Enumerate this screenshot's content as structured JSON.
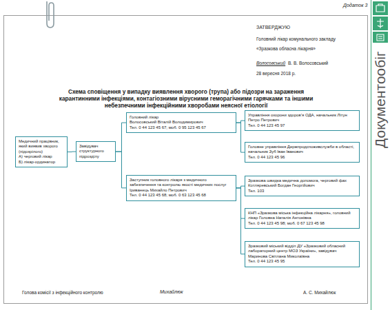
{
  "diagram": {
    "title": "Схема сповіщення у випадку виявлення хворого (трупа) або підозри на зараження карантинними інфекціями, контагіозними вірусними геморагічними гарячками та іншими небезпечними інфекційними хворобами неясної етіології",
    "nodes": [
      {
        "text": [
          "Медичний працівник, який виявив хворого (підозрілого)",
          "А) черговий лікар",
          "Б) лікар-ординатор"
        ]
      },
      {
        "text": [
          "Завідувач структурного підрозділу"
        ]
      },
      {
        "text": [
          "Головний лікар",
          "Волосовський Віталій Володимирович",
          "Тел. 0 44 123 45 67; моб. 0 95 123 45 67"
        ]
      },
      {
        "text": [
          "Заступник головного лікаря з медичного забезпечення та контролю якості медичних послуг",
          "Іриванець Михайло Петрович",
          "Тел. 0 44 123 45 68; моб. 0 63 123 45 68"
        ]
      },
      {
        "text": [
          "Управління охорони здоров’я ОДА, начальник Літун Петро Петрович",
          "Тел. 0 44 123 45 97"
        ]
      },
      {
        "text": [
          "Головне управління Держпродспоживслужби в області, начальник Зуб Іван Іванович",
          "Тел. 0 44 123 45 96"
        ]
      },
      {
        "text": [
          "Зразкова швидка медична допомога, черговий фах",
          "Котляревський Богдан Георгійович",
          "Тел. 103"
        ]
      },
      {
        "text": [
          "КНП «Зразкова міська інфекційна лікарня», головний лікар Головна Наталія Антонівна",
          "Тел. 0 44 123 45 98; моб. 0 67 123 45 98"
        ]
      },
      {
        "text": [
          "Зразковий міський відділ ДУ «Зразковий обласний лабораторний центр МОЗ України», завідувач Маринова Світлана Миколаївна",
          "Тел. 0 44 123 45 95"
        ]
      }
    ],
    "edges": [
      {
        "from": 0,
        "to": 1,
        "arrow": "none"
      },
      {
        "from": 1,
        "to": 2,
        "arrow": "none"
      },
      {
        "from": 1,
        "to": 3,
        "arrow": "none"
      },
      {
        "from": 2,
        "to": 4,
        "arrow": "none"
      },
      {
        "from": 2,
        "to": 5,
        "arrow": "none"
      },
      {
        "from": 3,
        "to": 6,
        "arrow": "none"
      },
      {
        "from": 3,
        "to": 7,
        "arrow": "none"
      },
      {
        "from": 3,
        "to": 8,
        "arrow": "none"
      }
    ],
    "labels": [
      "Додаток 3",
      "ЗАТВЕРДЖУЮ",
      "Головний лікар комунального закладу",
      "«Зразкова обласна лікарня»",
      "Волосовський",
      "В. В. Волосовський",
      "28 вересня 2018 р.",
      "Голова комісії з інфекційного контролю",
      "Михайлюк",
      "А. С. Михайлюк",
      "Документообіг"
    ]
  }
}
